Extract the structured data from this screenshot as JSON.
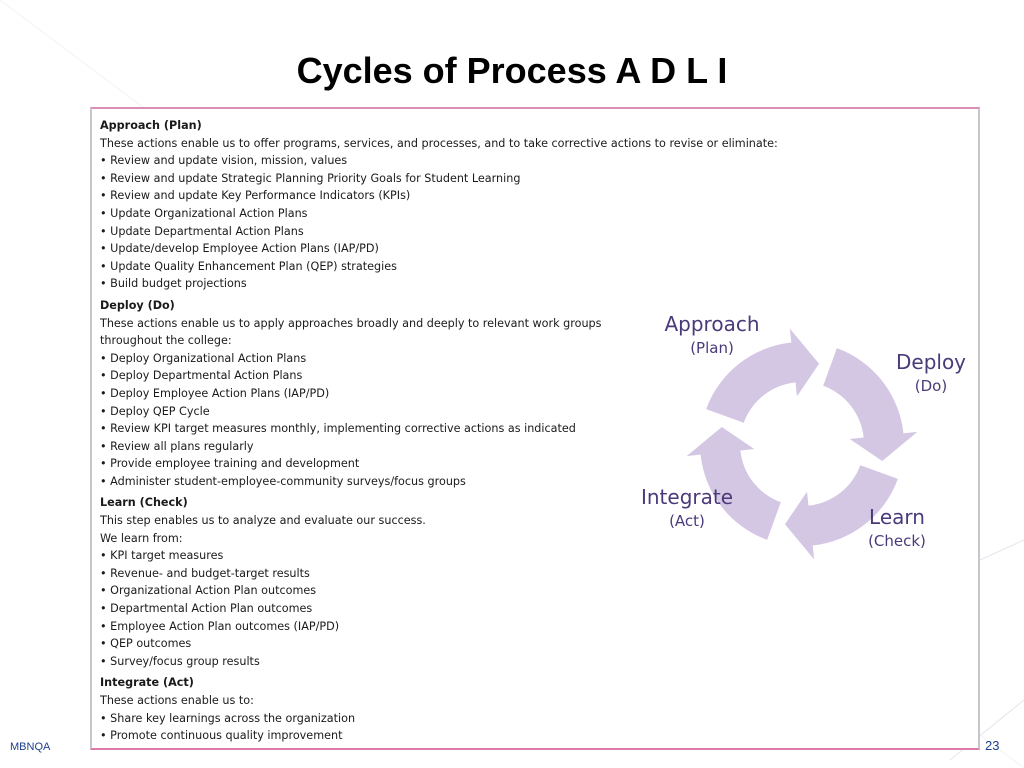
{
  "title": "Cycles of Process A D L I",
  "sections": {
    "approach": {
      "title": "Approach (Plan)",
      "intro": [
        "These actions enable us to offer programs, services, and processes, and to take corrective actions to revise or eliminate:"
      ],
      "items": [
        "Review and update vision, mission, values",
        "Review and update Strategic Planning Priority Goals for Student Learning",
        "Review and update Key Performance Indicators (KPIs)",
        "Update Organizational Action Plans",
        "Update Departmental Action Plans",
        "Update/develop Employee Action Plans (IAP/PD)",
        "Update Quality Enhancement Plan (QEP) strategies",
        "Build budget projections"
      ]
    },
    "deploy": {
      "title": "Deploy (Do)",
      "intro": [
        "These actions enable us to apply approaches broadly and deeply to relevant work groups",
        "throughout the college:"
      ],
      "items": [
        "Deploy Organizational Action Plans",
        "Deploy Departmental Action Plans",
        "Deploy Employee Action Plans (IAP/PD)",
        "Deploy QEP Cycle",
        "Review KPI target measures monthly, implementing corrective actions as indicated",
        "Review all plans regularly",
        "Provide employee training and development",
        "Administer student-employee-community surveys/focus groups"
      ]
    },
    "learn": {
      "title": "Learn (Check)",
      "intro": [
        "This step enables us to analyze and evaluate our success.",
        "We learn from:"
      ],
      "items": [
        "KPI target measures",
        "Revenue- and budget-target results",
        "Organizational Action Plan outcomes",
        "Departmental Action Plan outcomes",
        "Employee Action Plan outcomes (IAP/PD)",
        "QEP outcomes",
        "Survey/focus group results"
      ]
    },
    "integrate": {
      "title": "Integrate (Act)",
      "intro": [
        "These actions enable us to:"
      ],
      "items": [
        "Share key learnings across the organization",
        "Promote continuous quality improvement"
      ]
    }
  },
  "cycle": {
    "approach": {
      "main": "Approach",
      "sub": "(Plan)"
    },
    "deploy": {
      "main": "Deploy",
      "sub": "(Do)"
    },
    "learn": {
      "main": "Learn",
      "sub": "(Check)"
    },
    "integrate": {
      "main": "Integrate",
      "sub": "(Act)"
    }
  },
  "colors": {
    "arrow": "#d3c7e3",
    "label": "#4a3a7a",
    "accent_pink": "#e07aa9",
    "footer": "#1f3f8f"
  },
  "footer": {
    "left": "MBNQA",
    "page": "23"
  }
}
